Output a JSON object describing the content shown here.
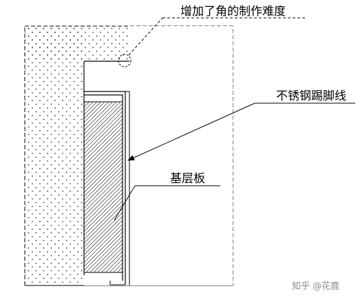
{
  "diagram": {
    "annotations": {
      "corner_difficulty": "增加了角的制作难度",
      "stainless_skirting": "不锈钢踢脚线",
      "base_board": "基层板"
    },
    "watermark": "知乎 @花鹿",
    "colors": {
      "line": "#000000",
      "background": "#ffffff",
      "watermark": "#8a8a8a"
    }
  }
}
